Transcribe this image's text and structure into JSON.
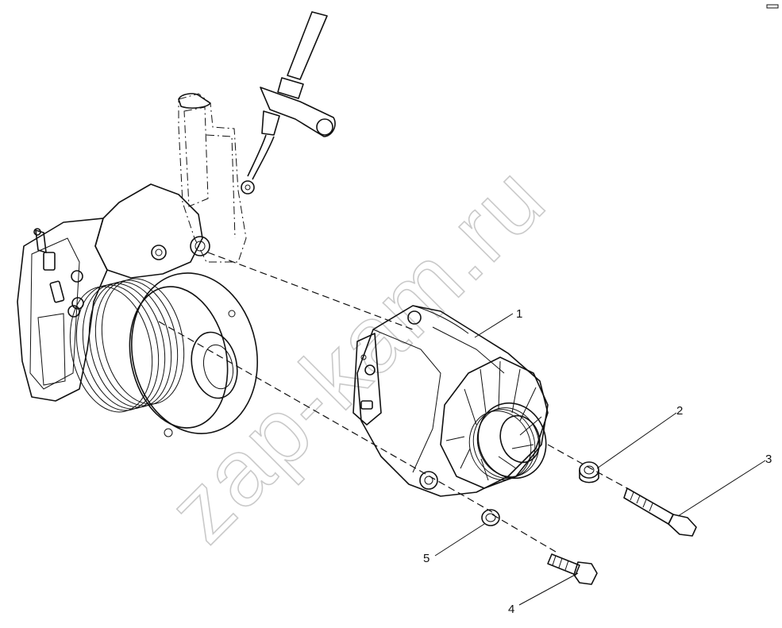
{
  "callouts": [
    "1",
    "2",
    "3",
    "4",
    "5"
  ],
  "watermark": "zap-kam.ru",
  "colors": {
    "line": "#111111",
    "watermark": "#c9c9c9",
    "background": "#ffffff"
  }
}
